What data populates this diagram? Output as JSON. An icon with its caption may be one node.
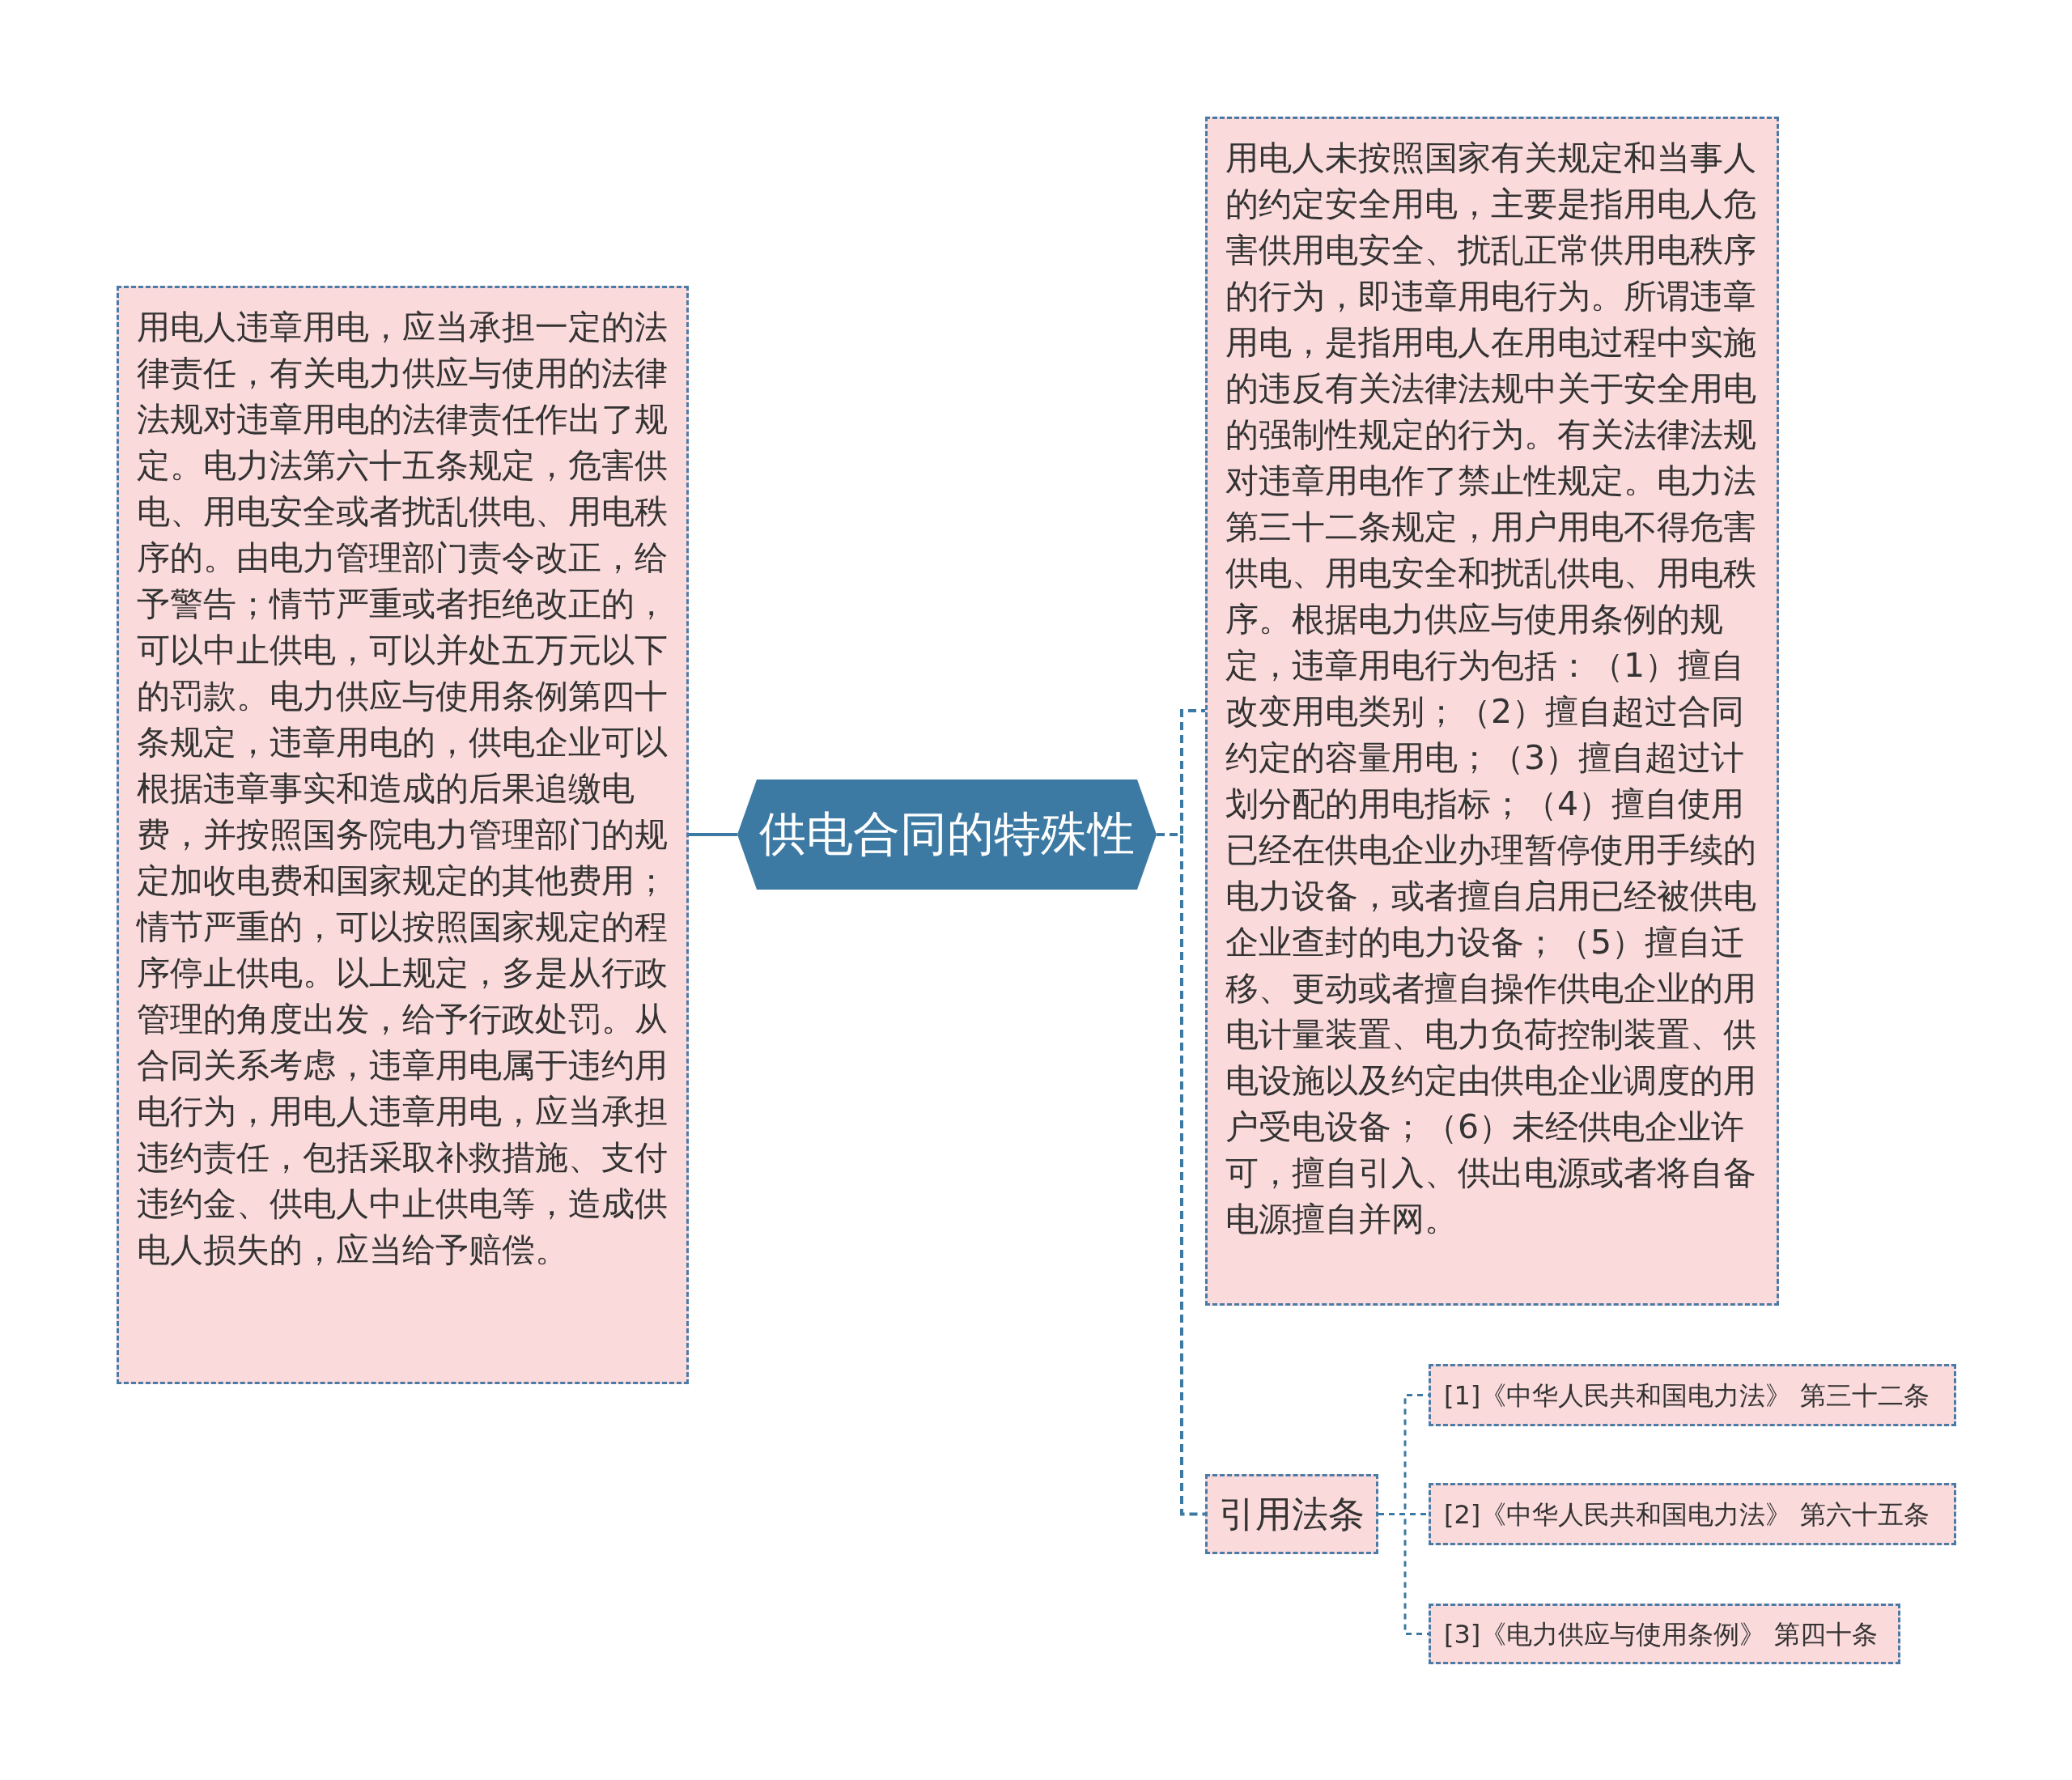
{
  "diagram": {
    "nodes": [
      {
        "text": [
          "供电合同的特殊性"
        ]
      },
      {
        "text": [
          "用电人违章用电，应当承担一定的法律责任，有关电力供应与使用的法律法规对违章用电的法律责任作出了规定。电力法第六十五条规定，危害供电、用电安全或者扰乱供电、用电秩序的。由电力管理部门责令改正，给予警告；情节严重或者拒绝改正的，可以中止供电，可以并处五万元以下的罚款。电力供应与使用条例第四十条规定，违章用电的，供电企业可以根据违章事实和造成的后果追缴电费，并按照国务院电力管理部门的规定加收电费和国家规定的其他费用；情节严重的，可以按照国家规定的程序停止供电。以上规定，多是从行政管理的角度出发，给予行政处罚。从合同关系考虑，违章用电属于违约用电行为，用电人违章用电，应当承担违约责任，包括采取补救措施、支付违约金、供电人中止供电等，造成供电人损失的，应当给予赔偿。"
        ]
      },
      {
        "text": [
          "用电人未按照国家有关规定和当事人的约定安全用电，主要是指用电人危害供用电安全、扰乱正常供用电秩序的行为，即违章用电行为。所谓违章用电，是指用电人在用电过程中实施的违反有关法律法规中关于安全用电的强制性规定的行为。有关法律法规对违章用电作了禁止性规定。电力法第三十二条规定，用户用电不得危害供电、用电安全和扰乱供电、用电秩序。根据电力供应与使用条例的规定，违章用电行为包括：（1）擅自改变用电类别；（2）擅自超过合同约定的容量用电；（3）擅自超过计划分配的用电指标；（4）擅自使用已经在供电企业办理暂停使用手续的电力设备，或者擅自启用已经被供电企业查封的电力设备；（5）擅自迁移、更动或者擅自操作供电企业的用电计量装置、电力负荷控制装置、供电设施以及约定由供电企业调度的用户受电设备；（6）未经供电企业许可，擅自引入、供出电源或者将自备电源擅自并网。"
        ]
      },
      {
        "text": [
          "引用法条"
        ]
      },
      {
        "text": [
          "[1]《中华人民共和国电力法》 第三十二条"
        ]
      },
      {
        "text": [
          "[2]《中华人民共和国电力法》 第六十五条"
        ]
      },
      {
        "text": [
          "[3]《电力供应与使用条例》 第四十条"
        ]
      }
    ],
    "edges": [
      {
        "from": 0,
        "to": 1,
        "arrow": "none"
      },
      {
        "from": 0,
        "to": 2,
        "arrow": "none",
        "style": "dashed"
      },
      {
        "from": 0,
        "to": 3,
        "arrow": "none",
        "style": "dashed"
      },
      {
        "from": 3,
        "to": 4,
        "arrow": "none",
        "style": "dashed"
      },
      {
        "from": 3,
        "to": 5,
        "arrow": "none",
        "style": "dashed"
      },
      {
        "from": 3,
        "to": 6,
        "arrow": "none",
        "style": "dashed"
      }
    ]
  }
}
